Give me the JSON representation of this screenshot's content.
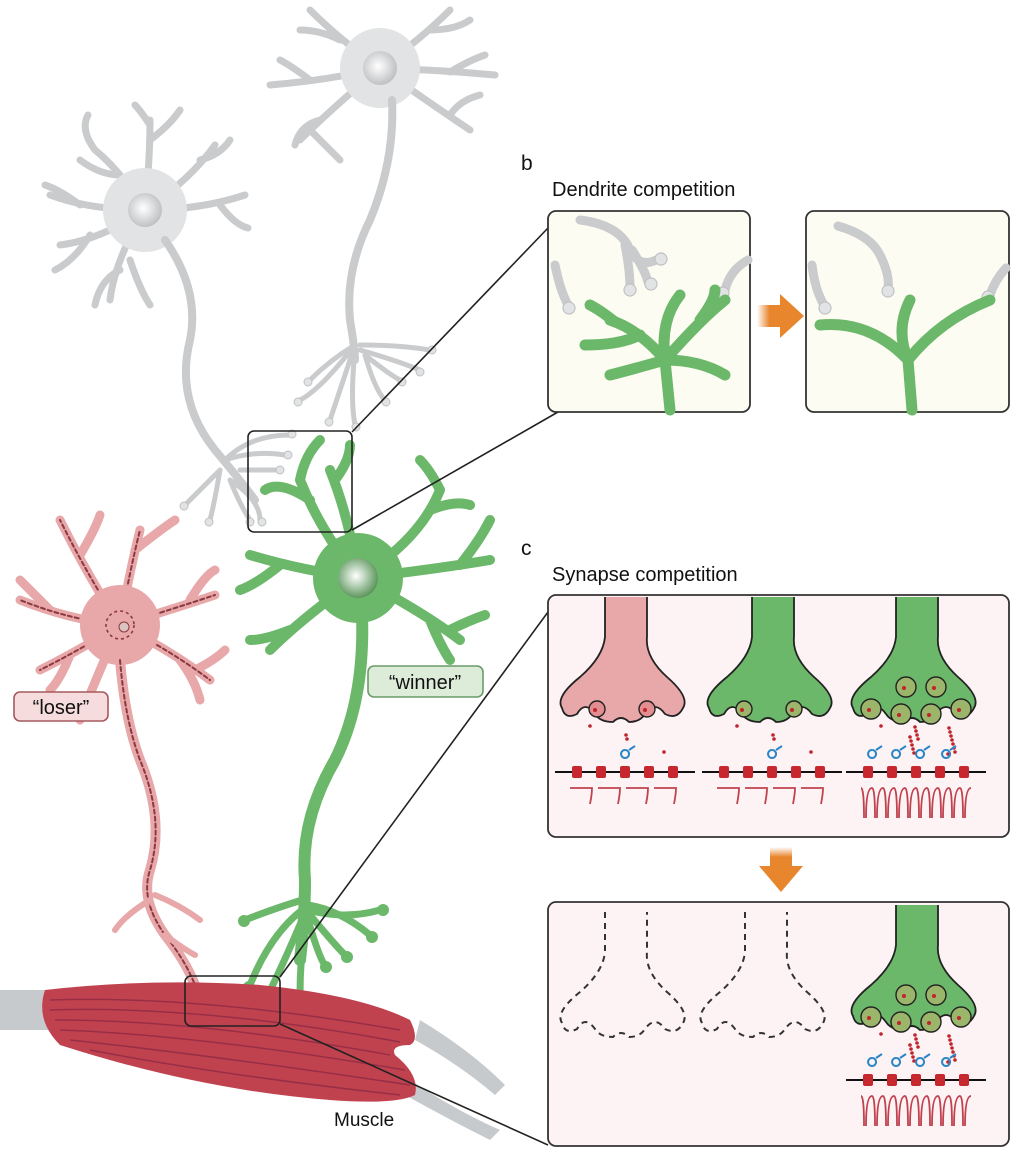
{
  "figure": {
    "panel_b": {
      "letter": "b",
      "title": "Dendrite competition"
    },
    "panel_c": {
      "letter": "c",
      "title": "Synapse competition"
    },
    "labels": {
      "loser": "“loser”",
      "winner": "“winner”",
      "muscle": "Muscle"
    },
    "colors": {
      "winner_green": "#6cb86a",
      "loser_pink": "#e8a7a8",
      "inactive_gray": "#e2e3e4",
      "muscle_red": "#c0424f",
      "arrow_orange": "#e8862e",
      "panel_b_bg": "#fdfcf3",
      "panel_c_bg": "#fdf3f4"
    },
    "synapse_states_before": [
      "loser terminal",
      "winner terminal (weak)",
      "winner terminal (strong)"
    ],
    "synapse_states_after": [
      "eliminated terminal",
      "eliminated terminal",
      "winner terminal (strong)"
    ]
  }
}
